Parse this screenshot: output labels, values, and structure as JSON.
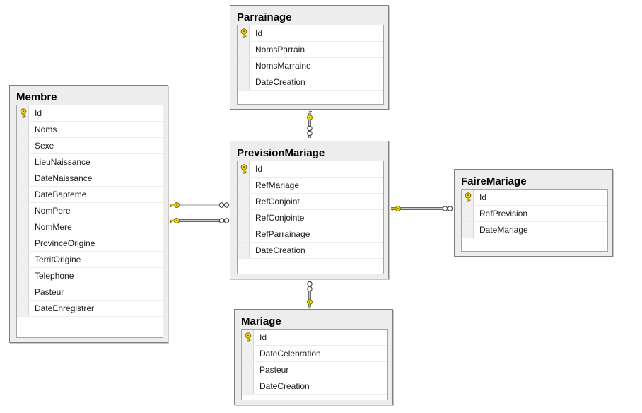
{
  "tables": {
    "parrainage": {
      "title": "Parrainage",
      "columns": [
        "Id",
        "NomsParrain",
        "NomsMarraine",
        "DateCreation"
      ]
    },
    "membre": {
      "title": "Membre",
      "columns": [
        "Id",
        "Noms",
        "Sexe",
        "LieuNaissance",
        "DateNaissance",
        "DateBapteme",
        "NomPere",
        "NomMere",
        "ProvinceOrigine",
        "TerritOrigine",
        "Telephone",
        "Pasteur",
        "DateEnregistrer"
      ]
    },
    "prevision_mariage": {
      "title": "PrevisionMariage",
      "columns": [
        "Id",
        "RefMariage",
        "RefConjoint",
        "RefConjointe",
        "RefParrainage",
        "DateCreation"
      ]
    },
    "faire_mariage": {
      "title": "FaireMariage",
      "columns": [
        "Id",
        "RefPrevision",
        "DateMariage"
      ]
    },
    "mariage": {
      "title": "Mariage",
      "columns": [
        "Id",
        "DateCelebration",
        "Pasteur",
        "DateCreation"
      ]
    }
  },
  "primary_key_column": "Id",
  "relationships": [
    {
      "from": "prevision_mariage",
      "to": "parrainage",
      "foreign_key": "RefParrainage"
    },
    {
      "from": "prevision_mariage",
      "to": "membre",
      "foreign_key": "RefConjoint"
    },
    {
      "from": "prevision_mariage",
      "to": "membre",
      "foreign_key": "RefConjointe"
    },
    {
      "from": "faire_mariage",
      "to": "prevision_mariage",
      "foreign_key": "RefPrevision"
    },
    {
      "from": "prevision_mariage",
      "to": "mariage",
      "foreign_key": "RefMariage"
    }
  ],
  "colors": {
    "key": "#f2dc1e",
    "key_outline": "#7a6a00",
    "connector": "#333333",
    "panel": "#ededed",
    "border": "#7f7f7f"
  },
  "icons": {
    "primary_key": "key-icon",
    "one_end": "key-icon",
    "many_end": "infinity-icon"
  }
}
